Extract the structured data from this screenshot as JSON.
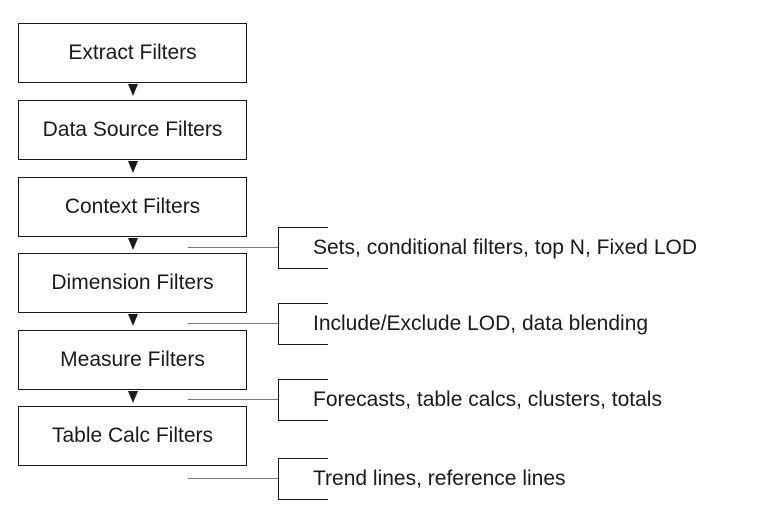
{
  "filters": [
    {
      "label": "Extract Filters"
    },
    {
      "label": "Data Source Filters"
    },
    {
      "label": "Context Filters"
    },
    {
      "label": "Dimension Filters"
    },
    {
      "label": "Measure Filters"
    },
    {
      "label": "Table Calc Filters"
    }
  ],
  "notes": [
    {
      "label": "Sets, conditional filters, top N, Fixed LOD"
    },
    {
      "label": "Include/Exclude LOD, data blending"
    },
    {
      "label": "Forecasts, table calcs, clusters, totals"
    },
    {
      "label": "Trend lines, reference lines"
    }
  ]
}
